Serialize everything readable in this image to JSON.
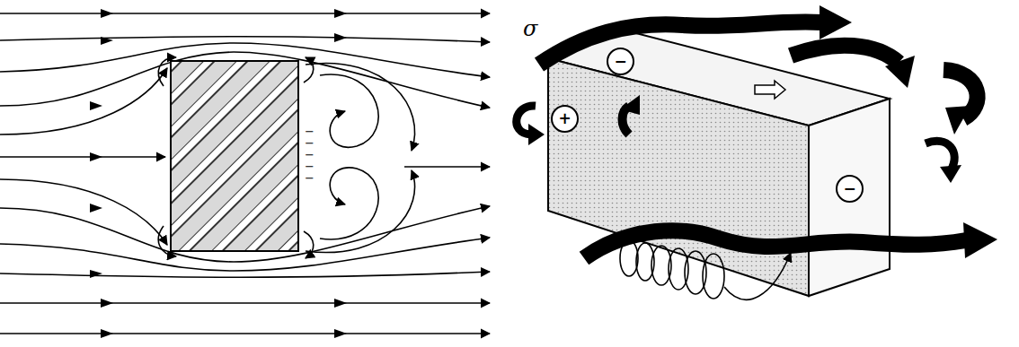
{
  "diagram": {
    "nodes": [
      {
        "text": [
          "−"
        ]
      },
      {
        "text": [
          "+"
        ]
      },
      {
        "text": [
          "−"
        ]
      }
    ],
    "labels": [
      "σ",
      "−",
      "−",
      "−",
      "−",
      "−"
    ]
  }
}
